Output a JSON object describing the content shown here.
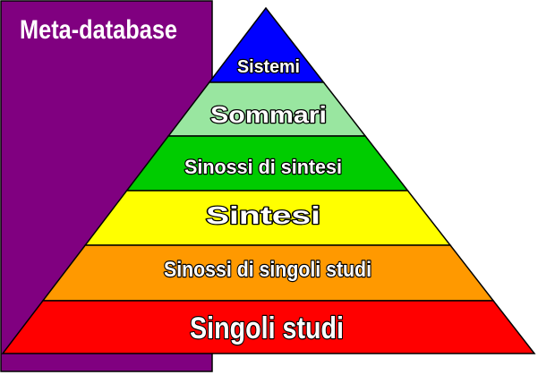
{
  "meta_database": {
    "label": "Meta-database",
    "color": "#800080"
  },
  "pyramid": {
    "levels": [
      {
        "label": "Sistemi",
        "color": "#0000ff"
      },
      {
        "label": "Sommari",
        "color": "#99e6a0"
      },
      {
        "label": "Sinossi di sintesi",
        "color": "#00cc00"
      },
      {
        "label": "Sintesi",
        "color": "#ffff00"
      },
      {
        "label": "Sinossi di singoli studi",
        "color": "#ff9900"
      },
      {
        "label": "Singoli studi",
        "color": "#ff0000"
      }
    ]
  }
}
